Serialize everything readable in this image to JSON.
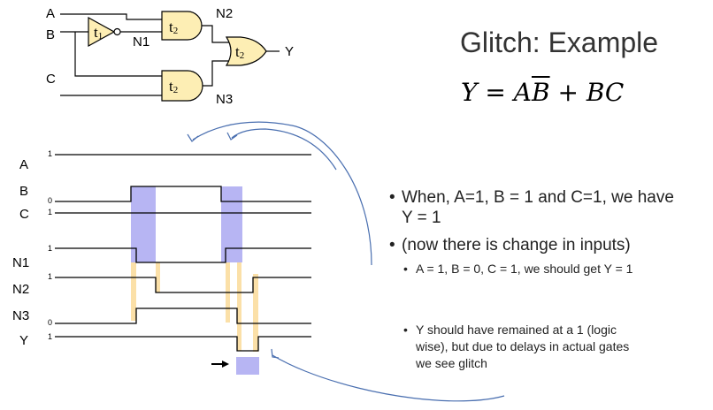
{
  "slide": {
    "title": "Glitch: Example",
    "equation": {
      "lhs": "Y",
      "eq": " = ",
      "term1_a": "A",
      "term1_bbar": "B",
      "plus": " + ",
      "term2": "BC"
    }
  },
  "circuit": {
    "inputs": [
      "A",
      "B",
      "C"
    ],
    "output": "Y",
    "nodes": [
      "N1",
      "N2",
      "N3"
    ],
    "gate_labels": {
      "inverter": "t1",
      "and_top": "t2",
      "and_bottom": "t2",
      "or": "t2"
    },
    "gate_label_base": "t",
    "inverter_sub": "1",
    "gate_sub": "2"
  },
  "timing": {
    "signals": [
      {
        "name": "A",
        "initial": "1"
      },
      {
        "name": "B",
        "initial": "0"
      },
      {
        "name": "C",
        "initial": "1"
      },
      {
        "name": "N1",
        "initial": "1"
      },
      {
        "name": "N2",
        "initial": "1"
      },
      {
        "name": "N3",
        "initial": "0"
      },
      {
        "name": "Y",
        "initial": "1"
      }
    ],
    "colors": {
      "b_highlight": "#b7b5f3",
      "delay_highlight": "#fbe0a8",
      "arrow": "#4a6fb0",
      "gate_fill": "#fdeeb4"
    }
  },
  "bullets": [
    {
      "level": 1,
      "text": "When, A=1, B = 1 and C=1, we have\nY = 1"
    },
    {
      "level": 1,
      "text": "(now there is change in inputs)"
    },
    {
      "level": 2,
      "text": "A = 1, B = 0, C = 1, we should get Y = 1"
    },
    {
      "level": 2,
      "text": "Y should have remained at a 1 (logic\nwise), but due to delays in actual gates\nwe see glitch"
    }
  ]
}
